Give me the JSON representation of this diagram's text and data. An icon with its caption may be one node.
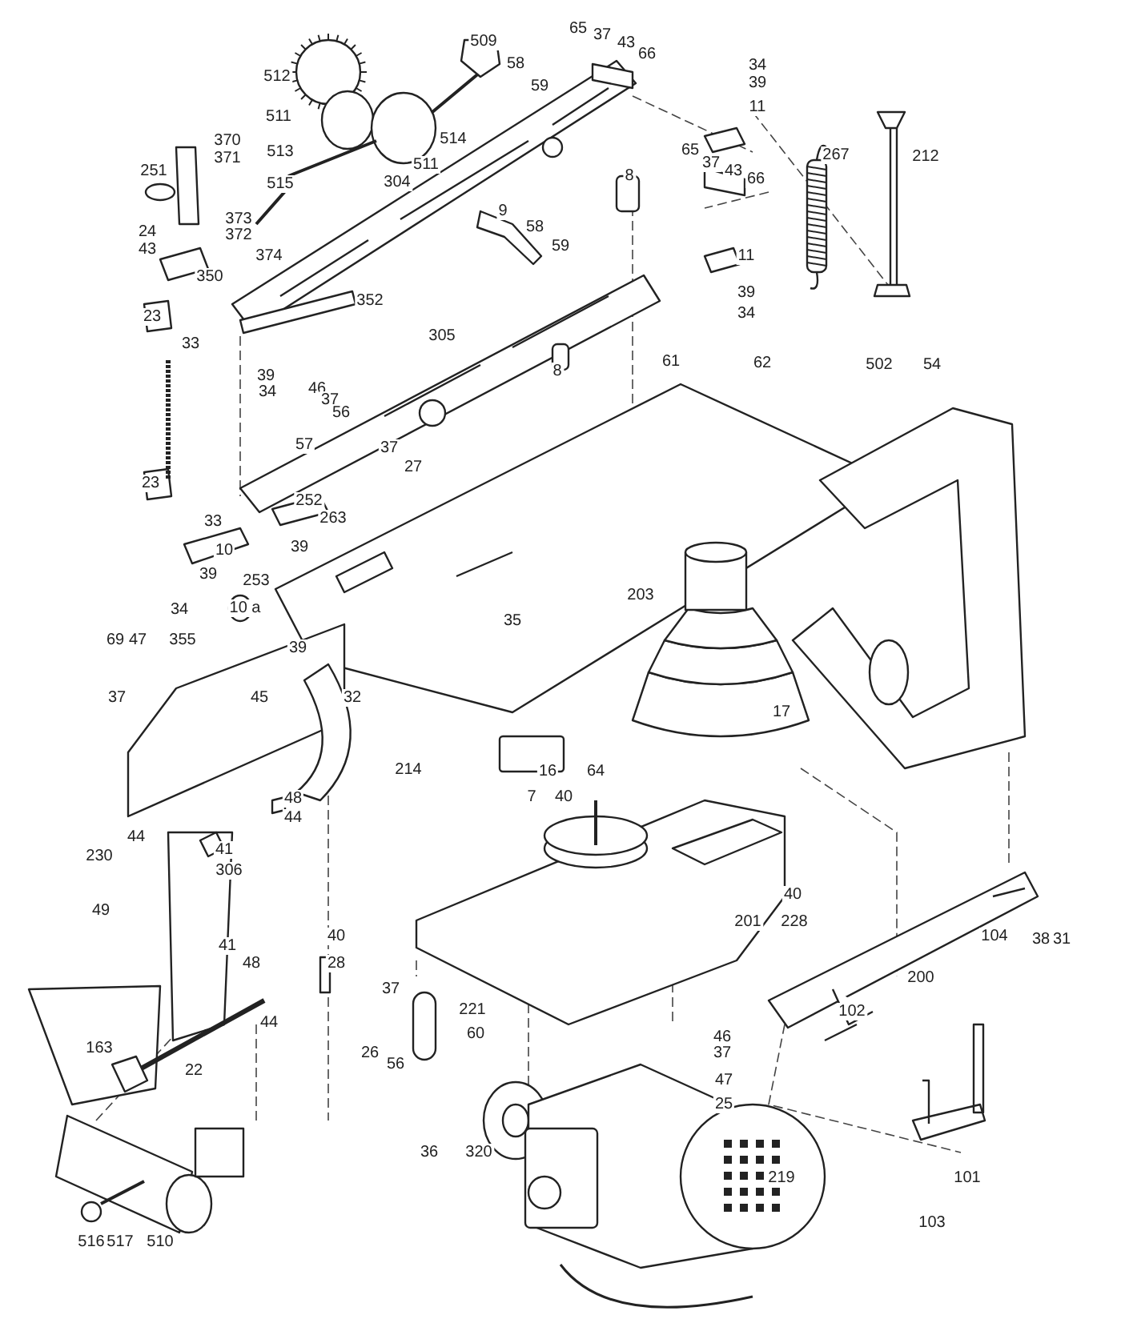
{
  "diagram": {
    "labels": [
      "509",
      "65",
      "37",
      "43",
      "66",
      "34",
      "58",
      "512",
      "39",
      "59",
      "11",
      "511",
      "514",
      "370",
      "65",
      "513",
      "267",
      "212",
      "371",
      "37",
      "511",
      "43",
      "251",
      "8",
      "66",
      "304",
      "515",
      "9",
      "373",
      "58",
      "24",
      "372",
      "59",
      "43",
      "374",
      "11",
      "350",
      "39",
      "352",
      "34",
      "23",
      "305",
      "33",
      "61",
      "62",
      "502",
      "54",
      "8",
      "39",
      "46",
      "34",
      "37",
      "56",
      "57",
      "37",
      "27",
      "23",
      "252",
      "263",
      "33",
      "39",
      "10",
      "39",
      "253",
      "203",
      "34",
      "10 a",
      "35",
      "69",
      "47",
      "355",
      "39",
      "37",
      "45",
      "32",
      "17",
      "214",
      "16",
      "64",
      "7",
      "40",
      "48",
      "44",
      "44",
      "41",
      "230",
      "306",
      "40",
      "49",
      "201",
      "228",
      "40",
      "104",
      "38",
      "31",
      "41",
      "48",
      "28",
      "200",
      "37",
      "221",
      "102",
      "44",
      "60",
      "46",
      "163",
      "37",
      "26",
      "56",
      "22",
      "47",
      "25",
      "36",
      "320",
      "219",
      "101",
      "103",
      "516",
      "517",
      "510"
    ]
  }
}
